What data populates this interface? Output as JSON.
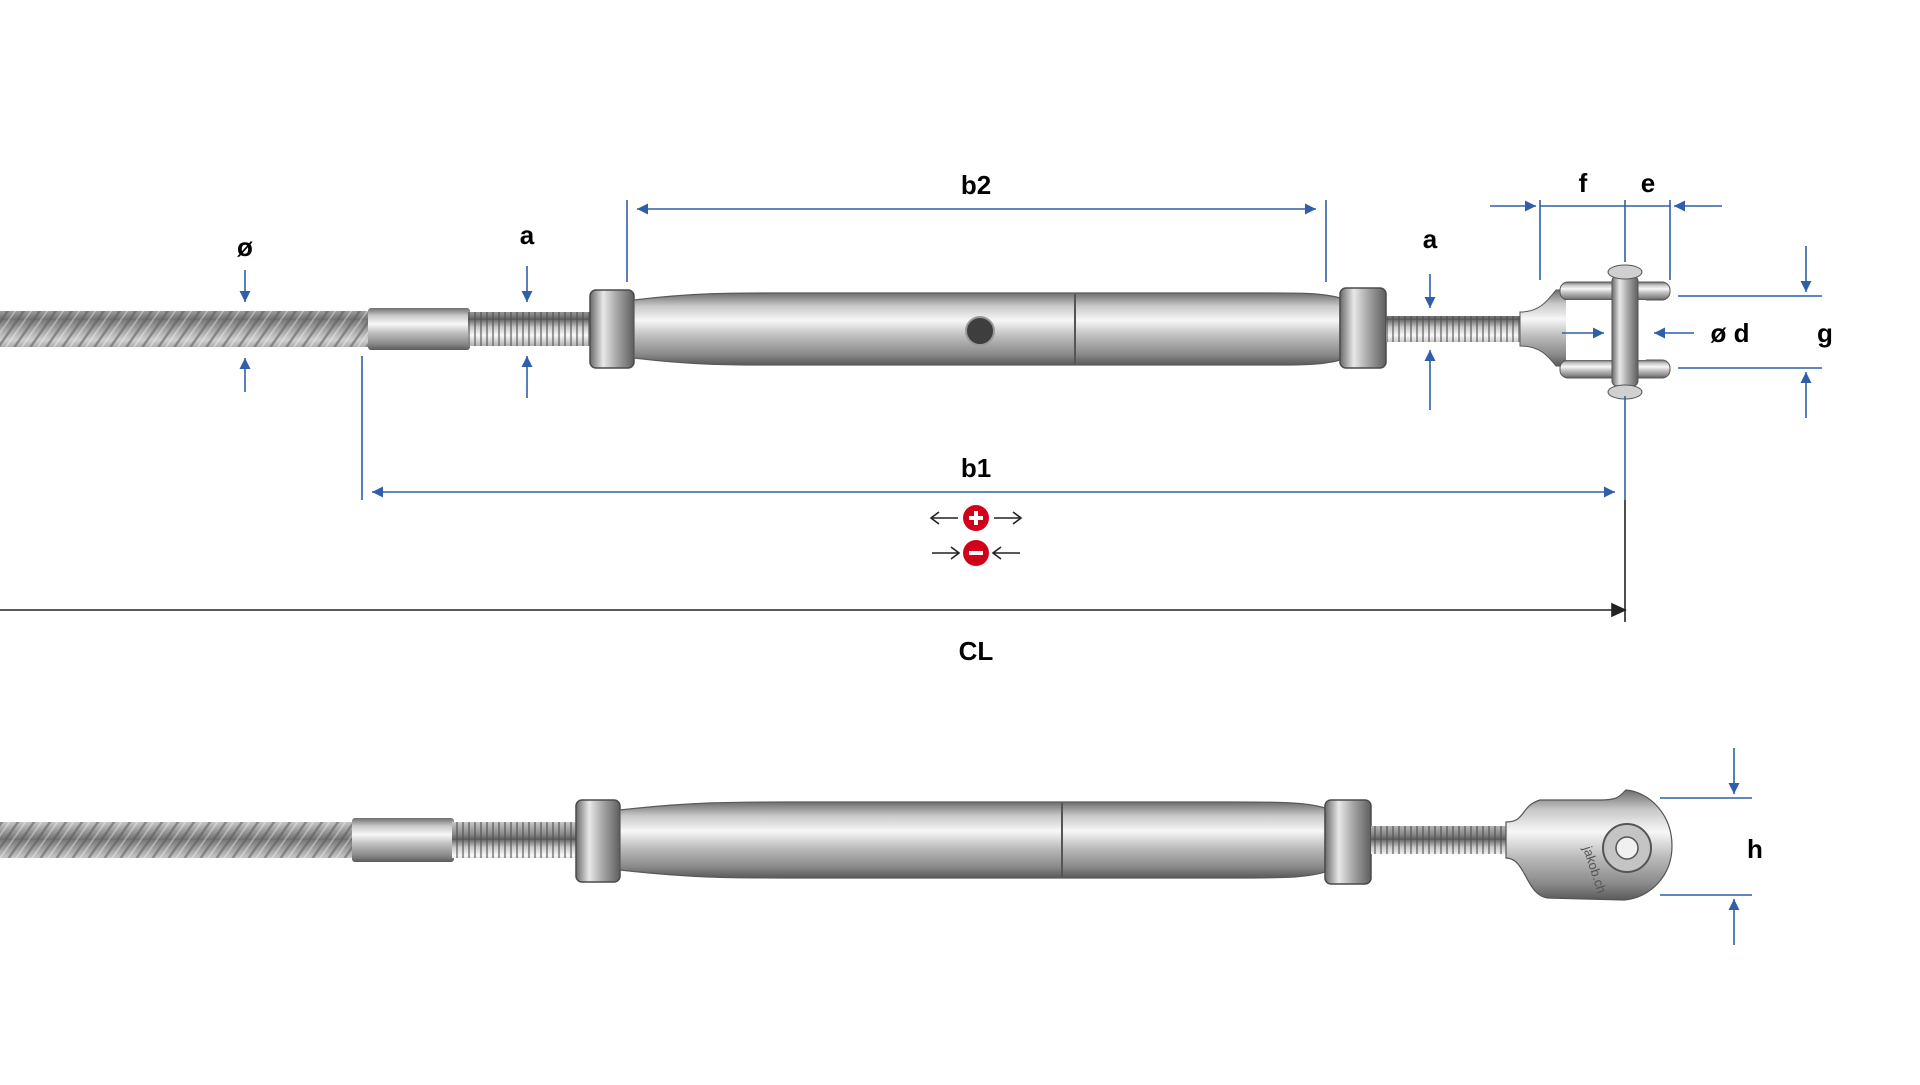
{
  "labels": {
    "diameter": "ø",
    "a_left": "a",
    "b2": "b2",
    "a_right": "a",
    "f": "f",
    "e": "e",
    "pin_diameter": "ø d",
    "g": "g",
    "b1": "b1",
    "cl": "CL",
    "h": "h"
  },
  "engraving": "jakob.ch",
  "colors": {
    "dimension_line": "#2f5fa8",
    "plus_minus_badge": "#d0021b",
    "steel_light": "#f2f2f2",
    "steel_mid": "#b9b9b9",
    "steel_dark": "#6e6e6e",
    "background": "#ffffff"
  },
  "icons": {
    "plus": "plus-circle-icon",
    "minus": "minus-circle-icon"
  }
}
